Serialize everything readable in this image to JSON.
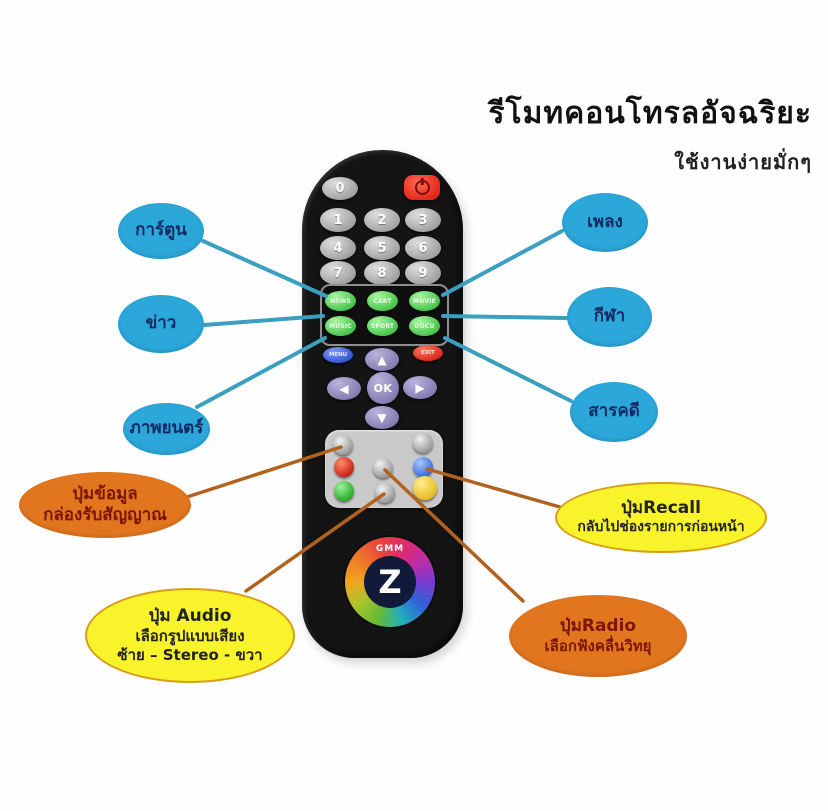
{
  "header": {
    "title": "รีโมทคอนโทรลอัจฉริยะ",
    "subtitle": "ใช้งานง่ายมั่กๆ"
  },
  "remote": {
    "digits": [
      "0",
      "1",
      "2",
      "3",
      "4",
      "5",
      "6",
      "7",
      "8",
      "9"
    ],
    "green_buttons": [
      "NEWS",
      "CART",
      "MOVIE",
      "MUSIC",
      "SPORT",
      "DOCU"
    ],
    "menu_label": "MENU",
    "exit_label": "EXIT",
    "dpad": {
      "up": "▲",
      "left": "◀",
      "ok": "OK",
      "right": "▶",
      "down": "▼"
    },
    "logo_text": "GMM",
    "logo_letter": "Z"
  },
  "callouts": {
    "cartoon": {
      "label": "การ์ตูน"
    },
    "news": {
      "label": "ข่าว"
    },
    "movie": {
      "label": "ภาพยนตร์"
    },
    "music": {
      "label": "เพลง"
    },
    "sport": {
      "label": "กีฬา"
    },
    "documentary": {
      "label": "สารคดี"
    },
    "info": {
      "lines": [
        "ปุ่มข้อมูล",
        "กล่องรับสัญญาณ"
      ]
    },
    "audio": {
      "lines": [
        "ปุ่ม Audio",
        "เลือกรูปแบบเสียง",
        "ซ้าย – Stereo - ขวา"
      ]
    },
    "recall": {
      "lines": [
        "ปุ่มRecall",
        "กลับไปช่องรายการก่อนหน้า"
      ]
    },
    "radio": {
      "lines": [
        "ปุ่มRadio",
        "เลือกฟังคลื่นวิทยุ"
      ]
    }
  },
  "colors": {
    "bubble_blue": "#2ba7da",
    "bubble_orange": "#e2761f",
    "bubble_yellow": "#f8f32b",
    "line_blue": "#3b9fc0",
    "line_orange": "#b2621f",
    "power_red": "#e3251a",
    "green_button": "#3fc043"
  }
}
